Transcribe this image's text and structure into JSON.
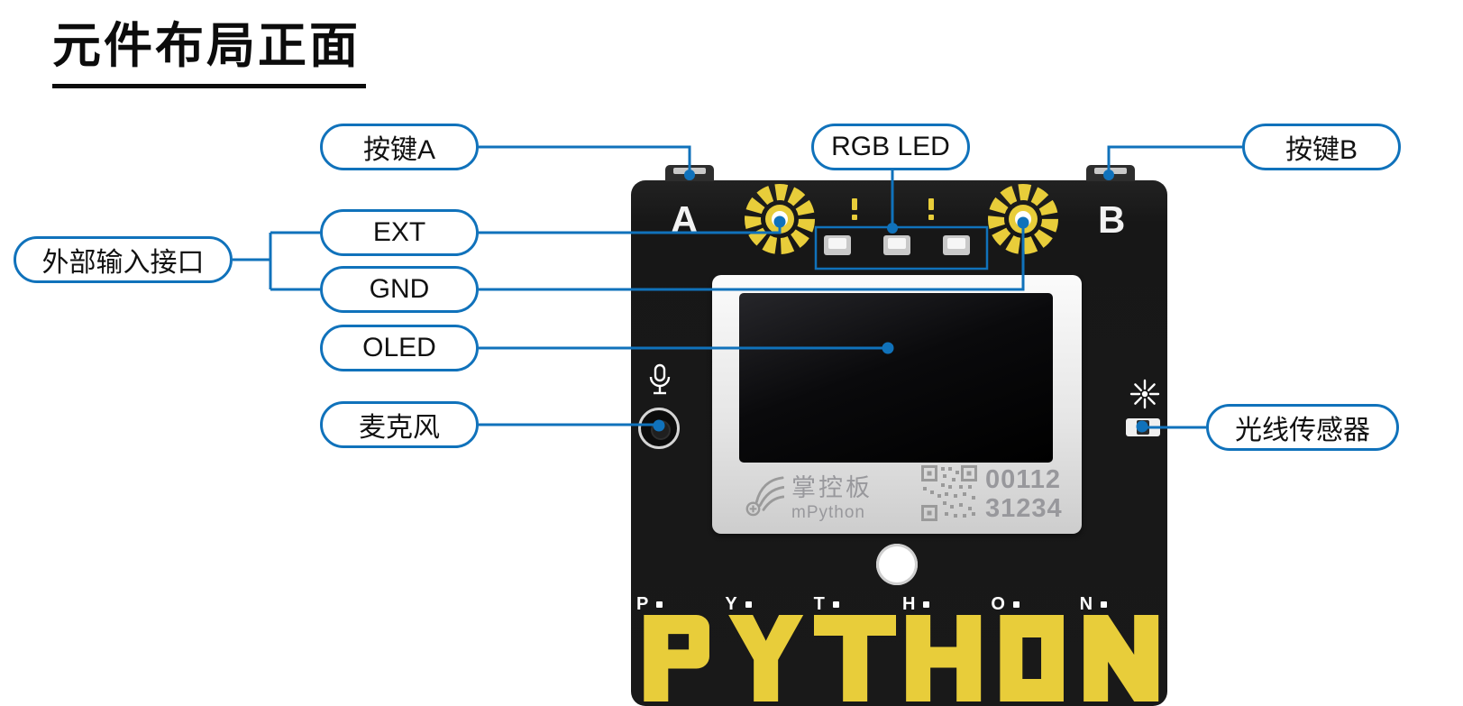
{
  "page": {
    "title": "元件布局正面"
  },
  "colors": {
    "accent_blue": "#1072bb",
    "board_black": "#1b1b1b",
    "pad_yellow": "#e8cd3a",
    "module_silver": "#e6e6e6"
  },
  "callouts": {
    "button_a": "按键A",
    "rgb_led": "RGB LED",
    "button_b": "按键B",
    "ext": "EXT",
    "external_input": "外部输入接口",
    "gnd": "GND",
    "oled": "OLED",
    "microphone": "麦克风",
    "light_sensor": "光线传感器"
  },
  "board": {
    "button_a_label": "A",
    "button_b_label": "B",
    "brand_cn": "掌控板",
    "brand_en": "mPython",
    "serial_line1": "00112",
    "serial_line2": "31234",
    "touch_keys": [
      "P",
      "Y",
      "T",
      "H",
      "O",
      "N"
    ]
  },
  "icons": {
    "microphone": "mic-outline",
    "light": "light-rays",
    "logo": "mpython-hand",
    "qr": "qr-code"
  }
}
